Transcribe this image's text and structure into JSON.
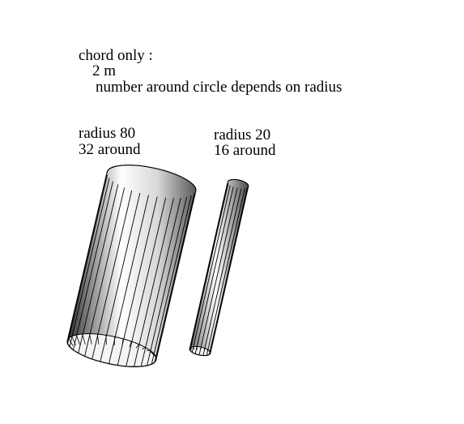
{
  "header": {
    "line1": "chord only :",
    "line2": "2 m",
    "line3": "number around circle depends on radius"
  },
  "cylinders": [
    {
      "label_radius": "radius 80",
      "label_around": "32 around",
      "radius": 80,
      "segments": 32
    },
    {
      "label_radius": "radius 20",
      "label_around": "16 around",
      "radius": 20,
      "segments": 16
    }
  ]
}
